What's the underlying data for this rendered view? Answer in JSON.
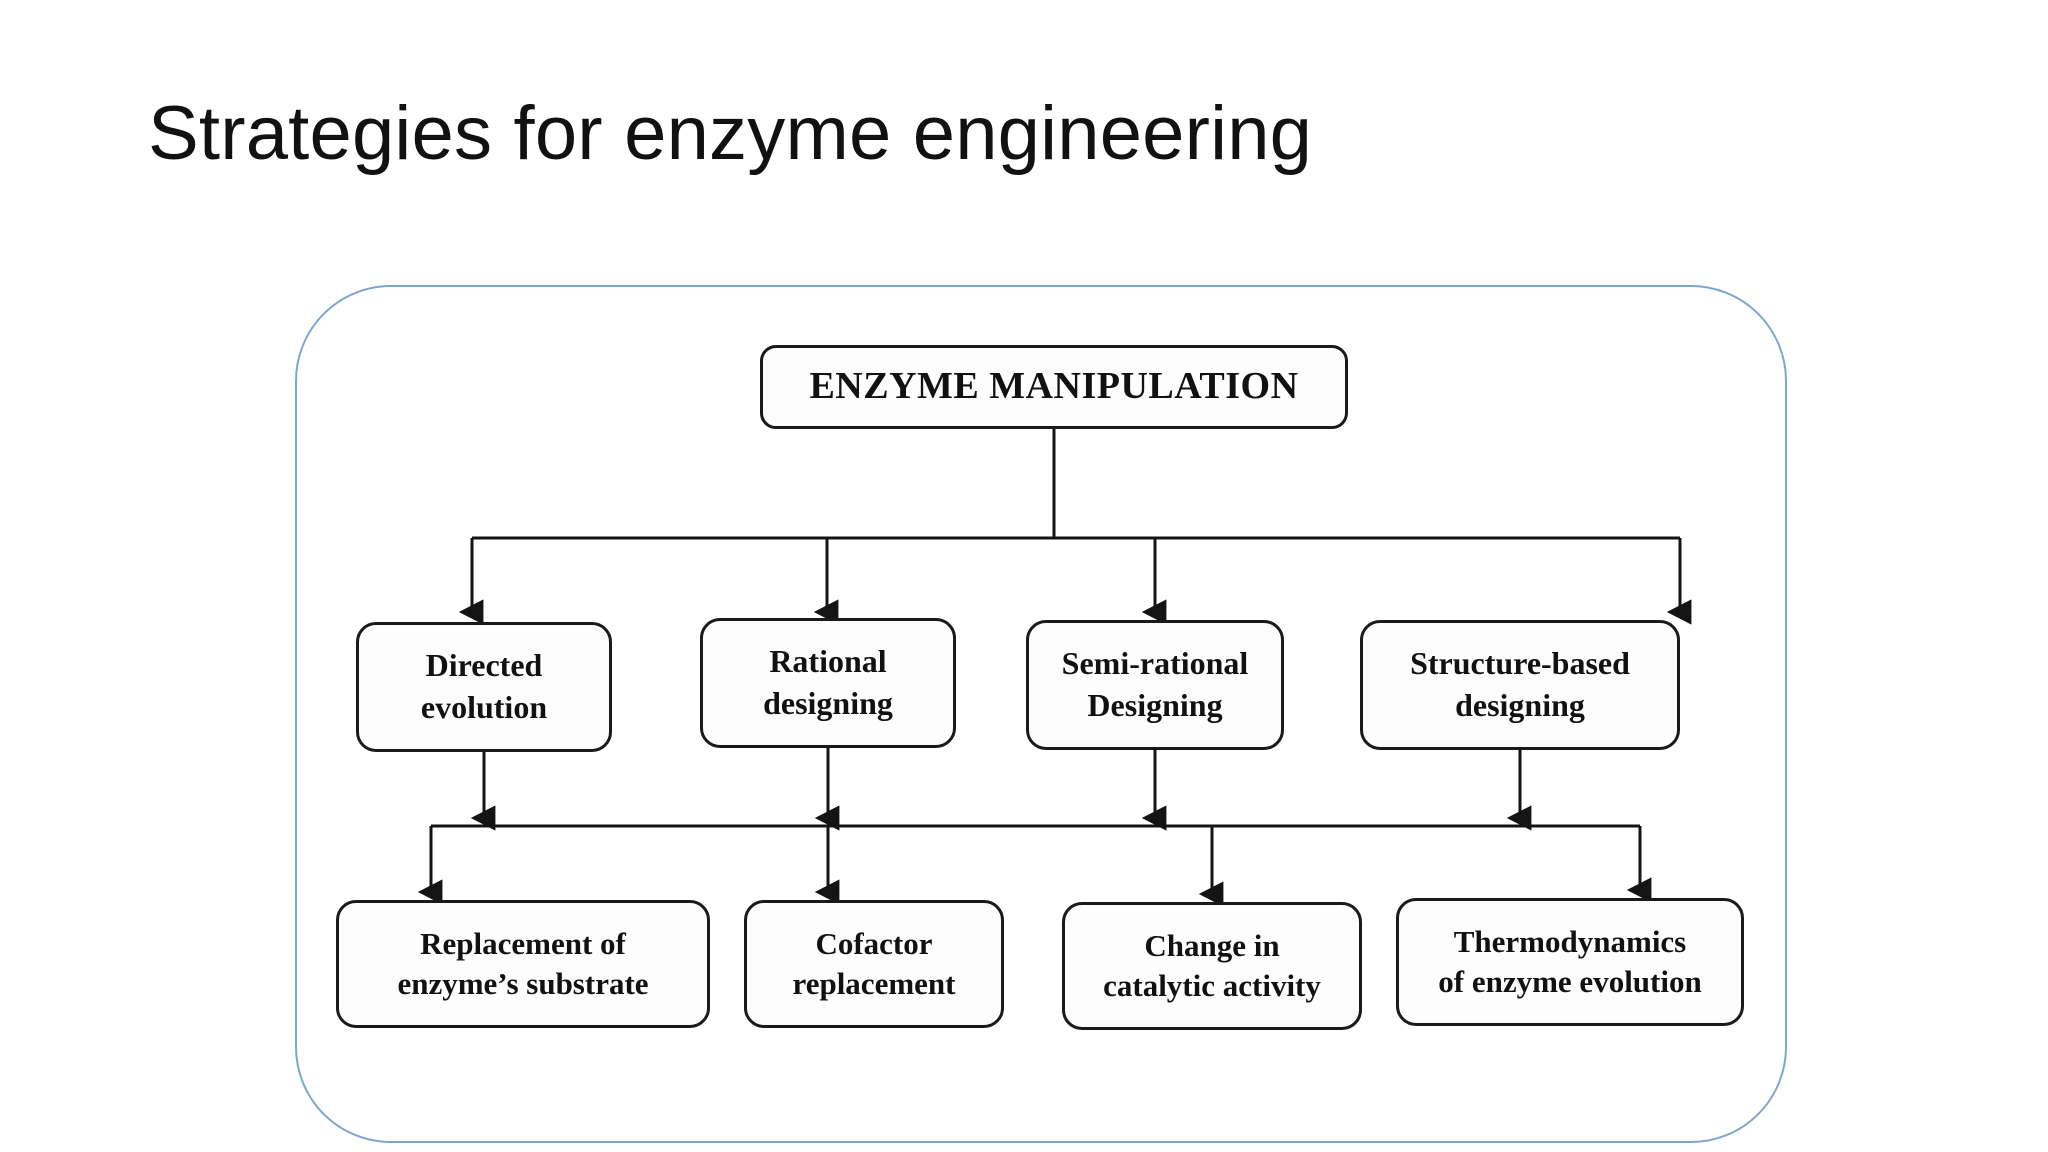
{
  "slide": {
    "title": "Strategies for enzyme engineering"
  },
  "diagram": {
    "frame_color": "#7fa6cf",
    "node_border_color": "#1a1a1a",
    "connector_color": "#141414",
    "root": {
      "id": "root",
      "label": "ENZYME MANIPULATION"
    },
    "level2": [
      {
        "id": "directed-evolution",
        "label": "Directed\nevolution"
      },
      {
        "id": "rational-designing",
        "label": "Rational\ndesigning"
      },
      {
        "id": "semi-rational-designing",
        "label": "Semi-rational\nDesigning"
      },
      {
        "id": "structure-based-designing",
        "label": "Structure-based\ndesigning"
      }
    ],
    "level3": [
      {
        "id": "replacement-of-enzymes-substrate",
        "label": "Replacement of\nenzyme’s substrate"
      },
      {
        "id": "cofactor-replacement",
        "label": "Cofactor\nreplacement"
      },
      {
        "id": "change-in-catalytic-activity",
        "label": "Change in\ncatalytic activity"
      },
      {
        "id": "thermodynamics-of-enzyme-evolution",
        "label": "Thermodynamics\nof enzyme evolution"
      }
    ]
  }
}
